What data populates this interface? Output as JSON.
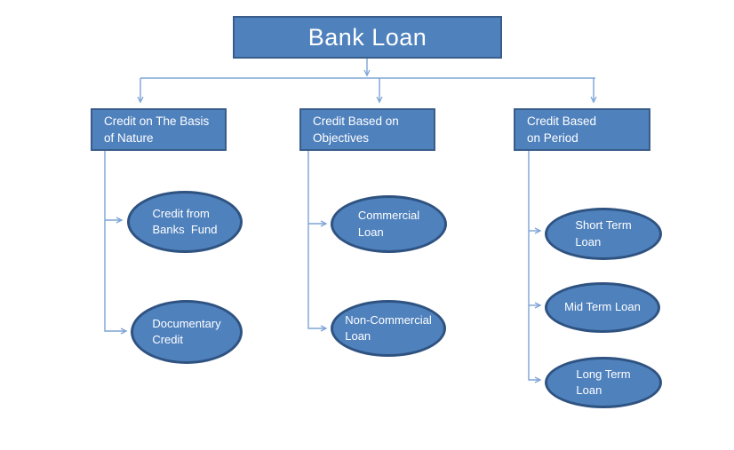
{
  "diagram": {
    "title": "Bank Loan",
    "root": {
      "label": "Bank Loan"
    },
    "branches": [
      {
        "label": "Credit on The Basis\nof Nature",
        "children": [
          {
            "label": "Credit from\nBanks  Fund"
          },
          {
            "label": "Documentary\nCredit"
          }
        ]
      },
      {
        "label": "Credit Based on\nObjectives",
        "children": [
          {
            "label": "Commercial\nLoan"
          },
          {
            "label": "Non-Commercial\nLoan"
          }
        ]
      },
      {
        "label": "Credit Based\non Period",
        "children": [
          {
            "label": "Short Term\nLoan"
          },
          {
            "label": "Mid Term Loan"
          },
          {
            "label": "Long Term\nLoan"
          }
        ]
      }
    ],
    "colors": {
      "shape_fill": "#4f81bd",
      "rect_border": "#385d8a",
      "ellipse_border": "#2f5381",
      "connector_line": "#7da3d6",
      "text": "#ffffff",
      "background": "#ffffff"
    }
  }
}
